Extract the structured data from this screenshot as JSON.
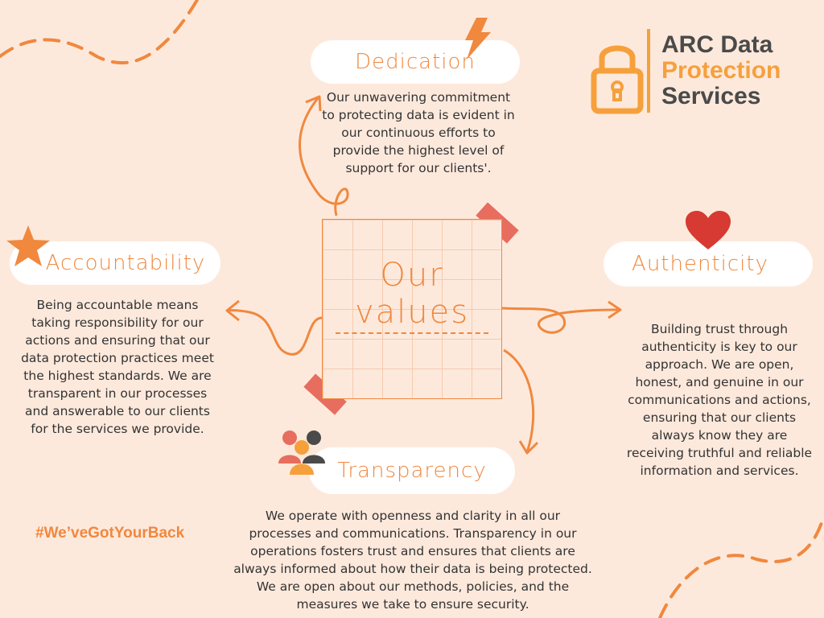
{
  "brand": {
    "line1": "ARC Data",
    "line2": "Protection",
    "line3": "Services",
    "icon": "padlock-icon",
    "color_dark": "#4a4a4a",
    "color_accent": "#f6a03c"
  },
  "center_note": {
    "line1": "Our",
    "line2": "values"
  },
  "values": {
    "dedication": {
      "title": "Dedication",
      "icon": "lightning-bolt-icon",
      "text": "Our unwavering commitment to protecting data is evident in our continuous efforts to provide the highest level of support for our clients'."
    },
    "accountability": {
      "title": "Accountability",
      "icon": "star-icon",
      "text": "Being accountable means taking responsibility for our actions and ensuring that our data protection practices meet the highest standards. We are transparent in our processes and answerable to our clients for the services we provide."
    },
    "authenticity": {
      "title": "Authenticity",
      "icon": "heart-icon",
      "text": "Building trust through authenticity is key to our approach. We are open, honest, and genuine in our communications and actions, ensuring that our clients always know they are receiving truthful and reliable information and services."
    },
    "transparency": {
      "title": "Transparency",
      "icon": "people-group-icon",
      "text": "We operate with openness and clarity in all our processes and communications. Transparency in our operations fosters trust and ensures that clients are always informed about how their data is being protected. We are open about our methods, policies, and the measures we take to ensure security."
    }
  },
  "hashtag": "#We’veGotYourBack",
  "colors": {
    "accent": "#f0883e",
    "background": "#fde9dc",
    "tape": "#e76d5f",
    "heart": "#d63a32"
  }
}
